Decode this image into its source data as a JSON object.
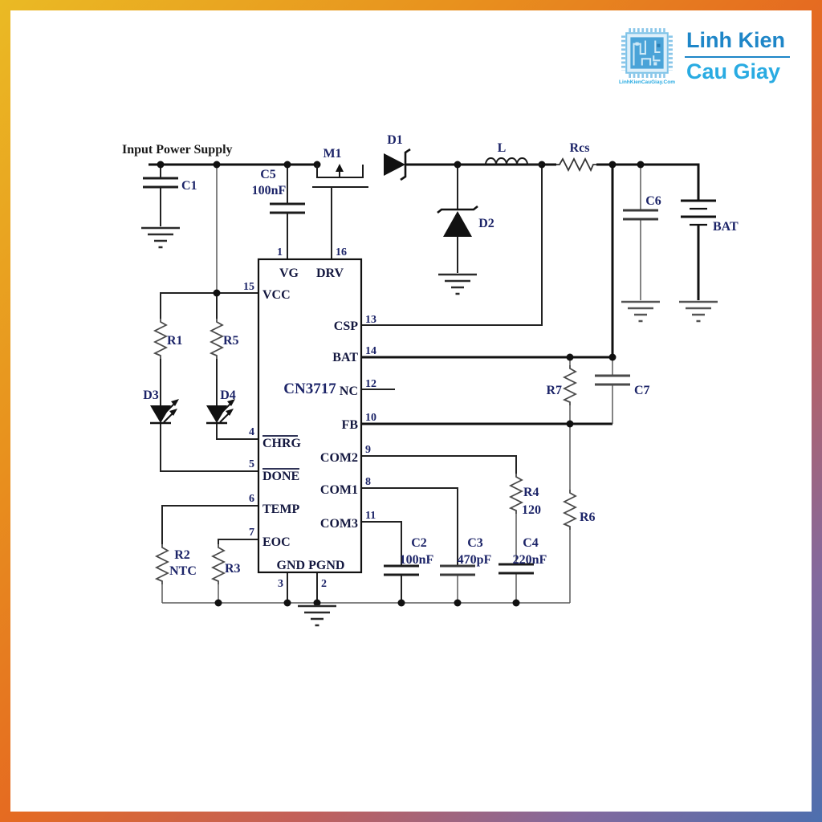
{
  "logo": {
    "line1": "Linh Kien",
    "line2": "Cau Giay",
    "url": "LinhKienCauGiay.Com"
  },
  "sch": {
    "input": "Input Power Supply",
    "c1": "C1",
    "c5": "C5",
    "c5v": "100nF",
    "m1": "M1",
    "d1": "D1",
    "d2": "D2",
    "l": "L",
    "rcs": "Rcs",
    "c6": "C6",
    "bat": "BAT",
    "r1": "R1",
    "r5": "R5",
    "d3": "D3",
    "d4": "D4",
    "r2": "R2",
    "r2s": "NTC",
    "r3": "R3",
    "c2": "C2",
    "c2v": "100nF",
    "c3": "C3",
    "c3v": "470pF",
    "c4": "C4",
    "c4v": "220nF",
    "r4": "R4",
    "r4v": "120",
    "r6": "R6",
    "r7": "R7",
    "c7": "C7"
  },
  "ic": {
    "name": "CN3717",
    "vg": "VG",
    "drv": "DRV",
    "vcc": "VCC",
    "csp": "CSP",
    "bat": "BAT",
    "nc": "NC",
    "fb": "FB",
    "com2": "COM2",
    "com1": "COM1",
    "com3": "COM3",
    "chrg": "CHRG",
    "done": "DONE",
    "temp": "TEMP",
    "eoc": "EOC",
    "gnd": "GND PGND",
    "pins": {
      "p1": "1",
      "p2": "2",
      "p3": "3",
      "p4": "4",
      "p5": "5",
      "p6": "6",
      "p7": "7",
      "p8": "8",
      "p9": "9",
      "p10": "10",
      "p11": "11",
      "p12": "12",
      "p13": "13",
      "p14": "14",
      "p15": "15",
      "p16": "16"
    }
  }
}
